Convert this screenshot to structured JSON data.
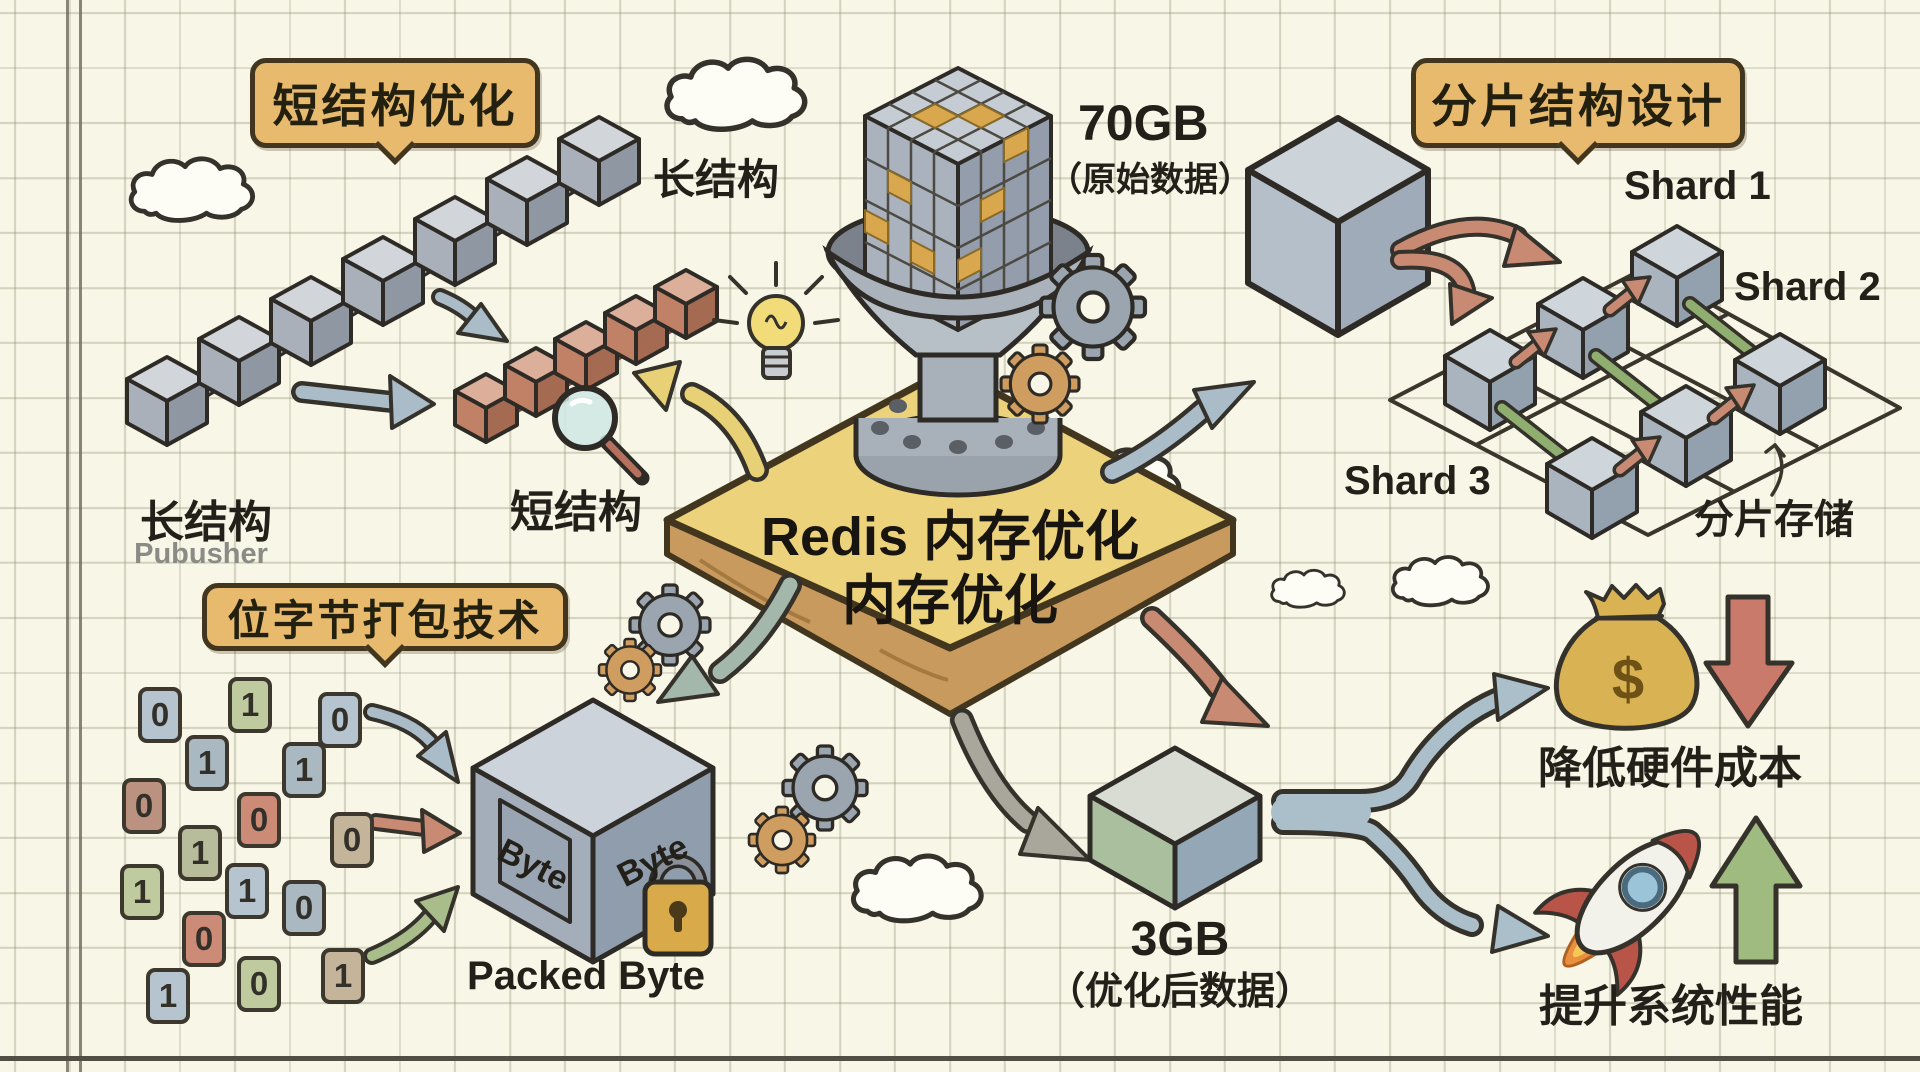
{
  "sections": {
    "short_struct_opt": {
      "banner": "短结构优化",
      "long_chain_label_top": "长结构",
      "long_chain_label_bottom": "长结构",
      "publisher_watermark": "Pubusher",
      "short_chain_label": "短结构"
    },
    "center": {
      "title_line1": "Redis 内存优化",
      "title_line2": "内存优化",
      "input_value": "70GB",
      "input_caption": "（原始数据）",
      "output_value": "3GB",
      "output_caption": "（优化后数据）"
    },
    "sharding": {
      "banner": "分片结构设计",
      "shard1": "Shard 1",
      "shard2": "Shard 2",
      "shard3": "Shard 3",
      "storage_note": "分片存储"
    },
    "bit_packing": {
      "banner": "位字节打包技术",
      "bits": [
        "0",
        "1",
        "0",
        "1",
        "1",
        "0",
        "0",
        "1",
        "0",
        "1",
        "1",
        "0",
        "0",
        "1",
        "0",
        "1"
      ],
      "byte_left": "Byte",
      "byte_right": "Byte",
      "caption": "Packed Byte"
    },
    "benefits": {
      "dollar_sign": "$",
      "cost": "降低硬件成本",
      "performance": "提升系统性能"
    }
  },
  "colors": {
    "paper": "#f8f6e7",
    "grid_line": "#c3c4b0",
    "banner_fill": "#e7ba6e",
    "banner_border": "#43361f",
    "diamond_fill": "#ecd27a",
    "diamond_crust": "#c99a5e",
    "arrow_blue": "#a9bcc8",
    "arrow_red": "#c98a74",
    "arrow_green": "#a9bd8a",
    "arrow_yellow": "#e8d077",
    "arrow_teal": "#a3b8ab",
    "arrow_gray": "#a9a79b",
    "cube_gray_top": "#d2d6da",
    "cube_red_left": "#c08166",
    "money_gold": "#d9b253",
    "benefit_down_red": "#c97a6b",
    "benefit_up_green": "#9fbb80"
  }
}
